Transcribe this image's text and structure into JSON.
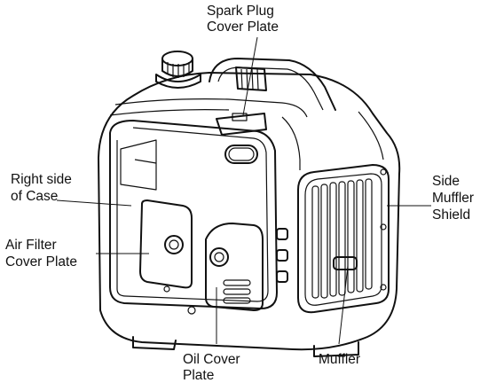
{
  "figure": {
    "labels": {
      "spark_plug_line1": "Spark Plug",
      "spark_plug_line2": "Cover Plate",
      "right_side_line1": "Right side",
      "right_side_line2": "of Case",
      "air_filter_line1": "Air Filter",
      "air_filter_line2": "Cover Plate",
      "side_muffler_line1": "Side",
      "side_muffler_line2": "Muffler",
      "side_muffler_line3": "Shield",
      "oil_cover_line1": "Oil Cover",
      "oil_cover_line2": "Plate",
      "muffler": "Muffler"
    },
    "colors": {
      "line": "#111111",
      "background": "#ffffff"
    }
  }
}
